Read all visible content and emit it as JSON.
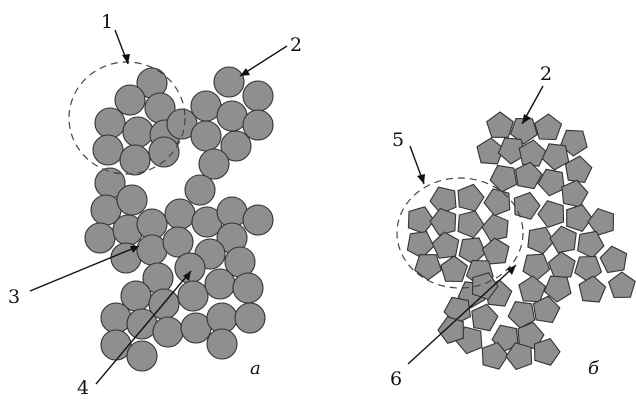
{
  "colors": {
    "particle_fill": "#8f8f8f",
    "particle_stroke": "#333333",
    "line": "#111111",
    "background": "#ffffff"
  },
  "panels": [
    {
      "label": "а",
      "particle_shape": "circle"
    },
    {
      "label": "б",
      "particle_shape": "pentagon"
    }
  ],
  "callouts": {
    "a1": "1",
    "a2": "2",
    "a3": "3",
    "a4": "4",
    "b2": "2",
    "b5": "5",
    "b6": "6"
  }
}
